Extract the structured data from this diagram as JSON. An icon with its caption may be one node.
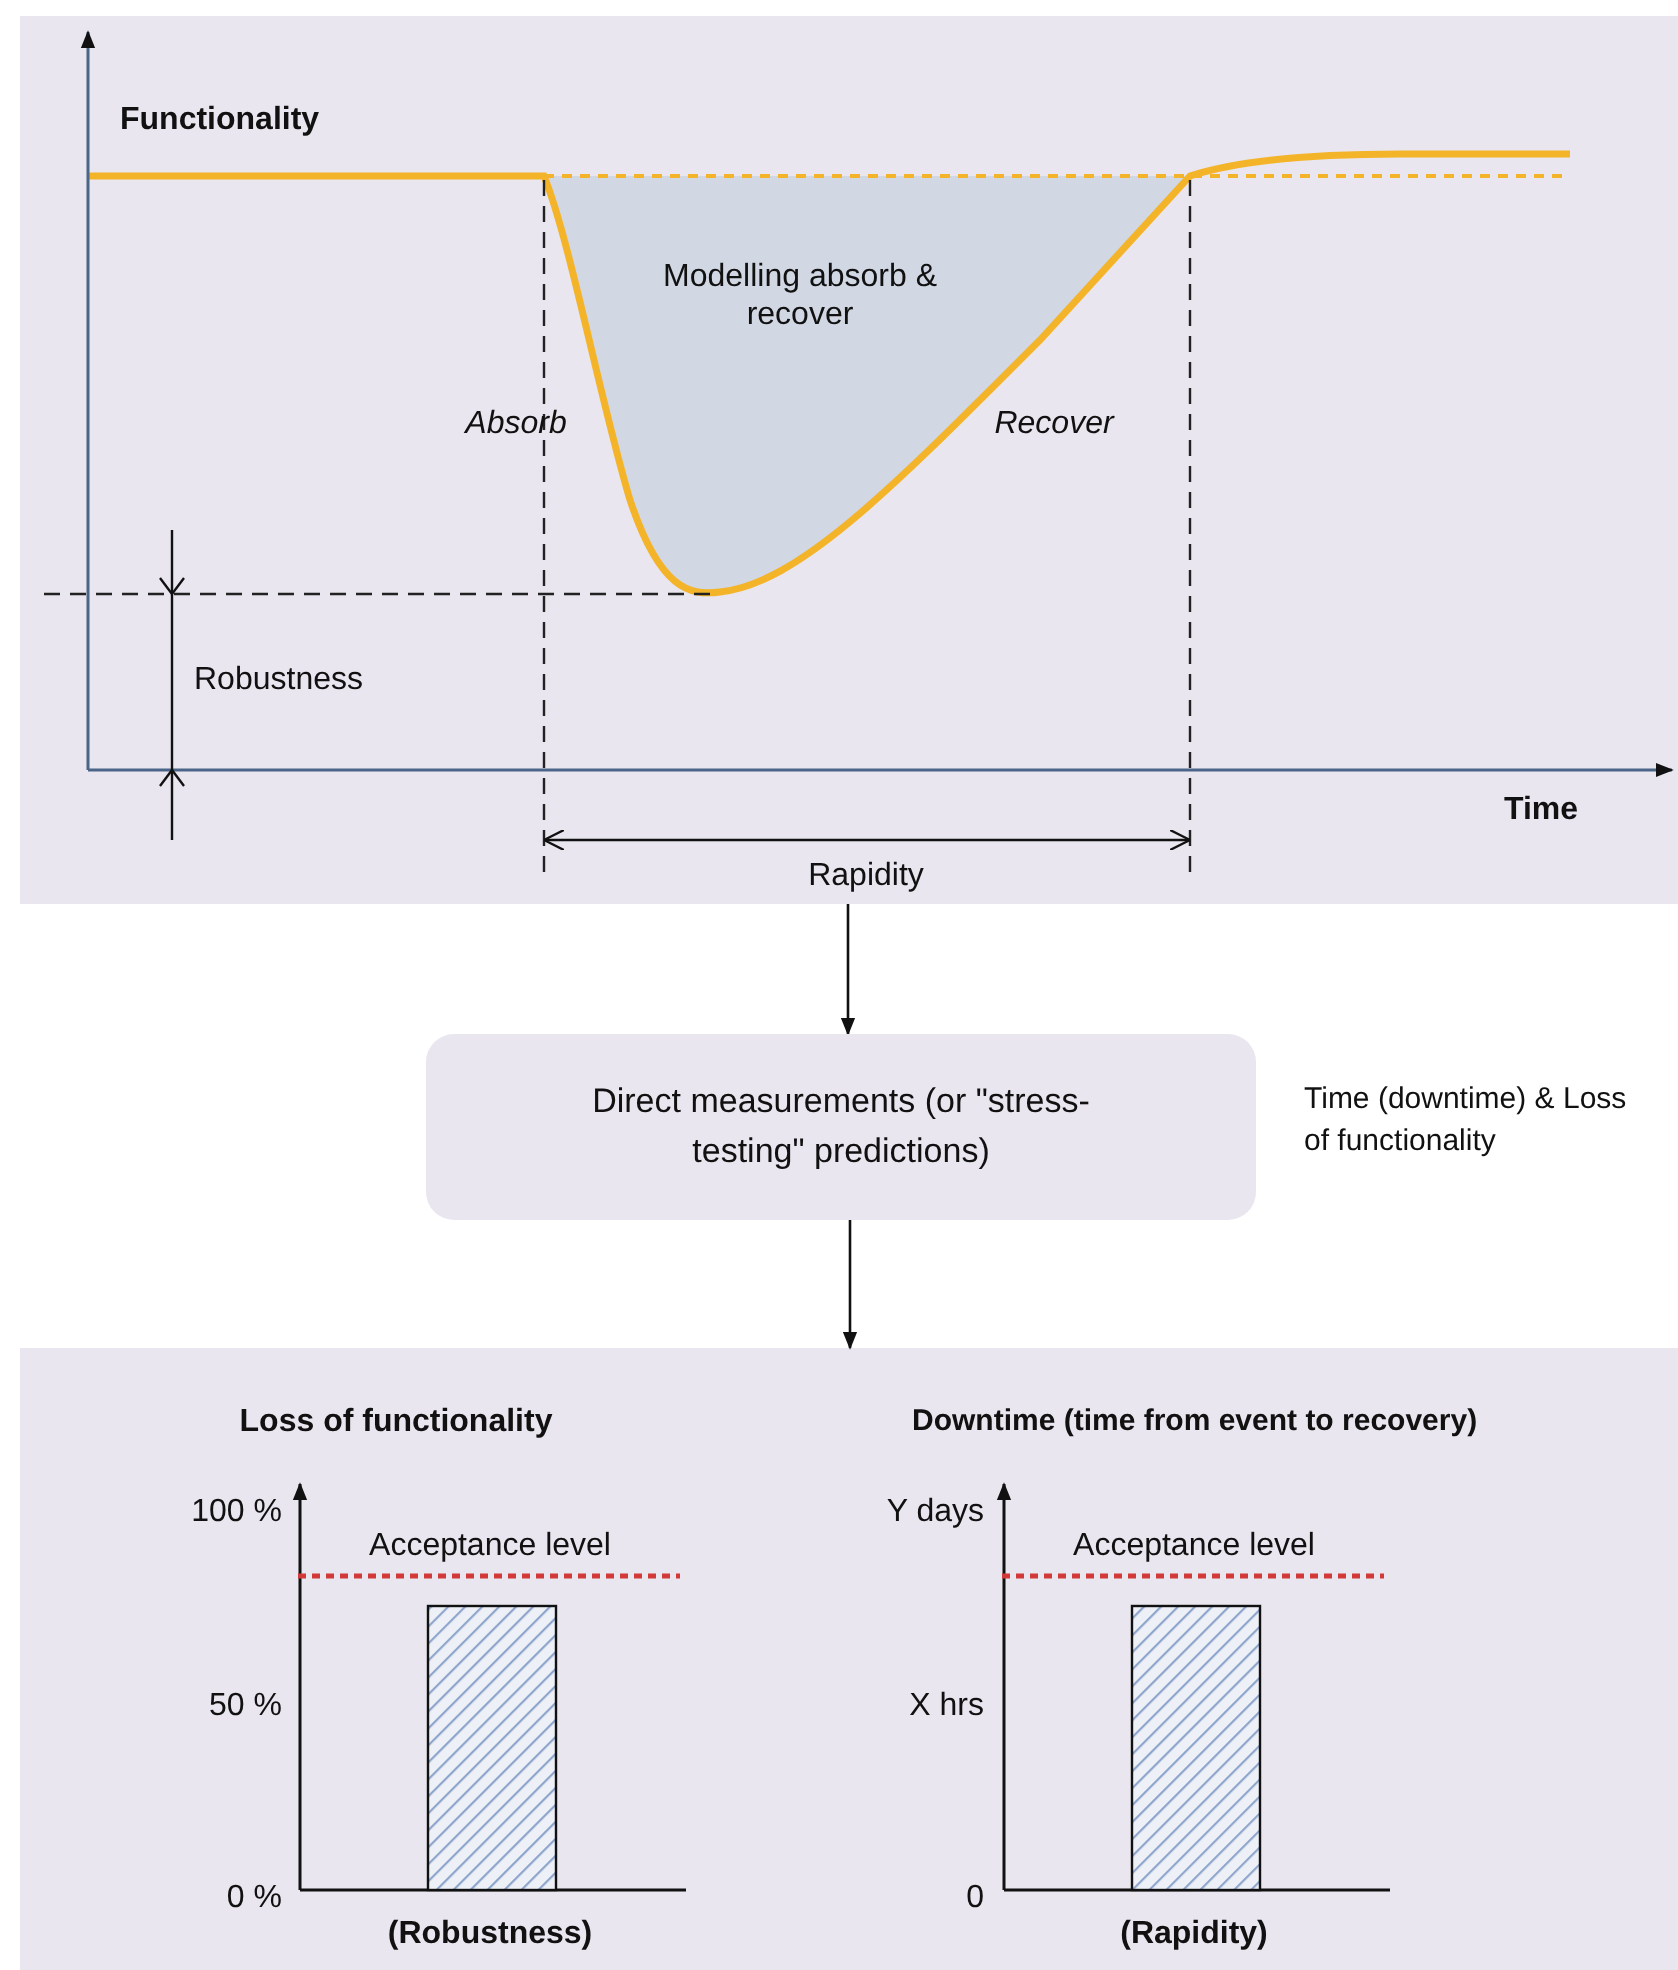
{
  "diagram": {
    "nodes": [
      {
        "text": [],
        "shape": "box"
      },
      {
        "text": [
          "Direct measurements (or \"stress-testing\" predictions)"
        ],
        "beside": [
          "Time (downtime) & Loss of functionality"
        ]
      },
      {
        "text": [],
        "shape": "box"
      }
    ],
    "edges": [
      {
        "from": 0,
        "to": 1,
        "arrow": "to"
      },
      {
        "from": 1,
        "to": 2,
        "arrow": "to"
      }
    ],
    "labels": [
      "Functionality",
      "Modelling absorb & recover",
      "Absorb",
      "Recover",
      "Robustness",
      "Time",
      "Rapidity",
      "Loss of functionality",
      "Downtime (time from event to recovery)",
      "100 %",
      "Acceptance level",
      "Y days",
      "Acceptance level",
      "50 %",
      "X hrs",
      "0 %",
      "0",
      "(Robustness)",
      "(Rapidity)"
    ]
  }
}
